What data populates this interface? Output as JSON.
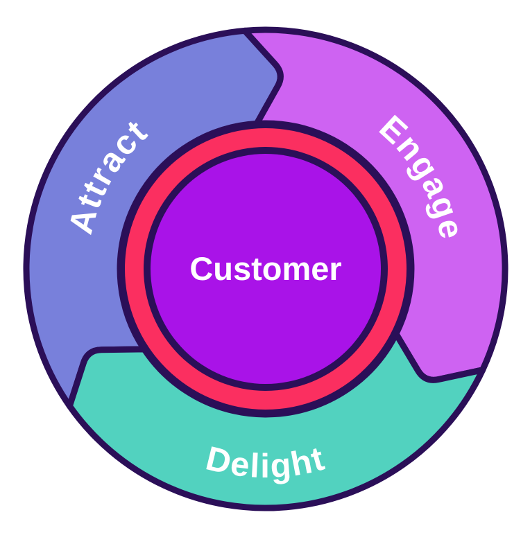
{
  "diagram": {
    "kind": "flywheel",
    "background": "#FFFFFF",
    "outline_color": "#2B0F58",
    "center": {
      "label": "Customer",
      "fill": "#A913E8",
      "text_color": "#FFFFFF"
    },
    "ring": {
      "color": "#FB2F60"
    },
    "segments": [
      {
        "id": "attract",
        "label": "Attract",
        "fill": "#7880DB",
        "text_color": "#FFFFFF"
      },
      {
        "id": "engage",
        "label": "Engage",
        "fill": "#CE63F2",
        "text_color": "#FFFFFF"
      },
      {
        "id": "delight",
        "label": "Delight",
        "fill": "#52D2BF",
        "text_color": "#FFFFFF"
      }
    ]
  }
}
